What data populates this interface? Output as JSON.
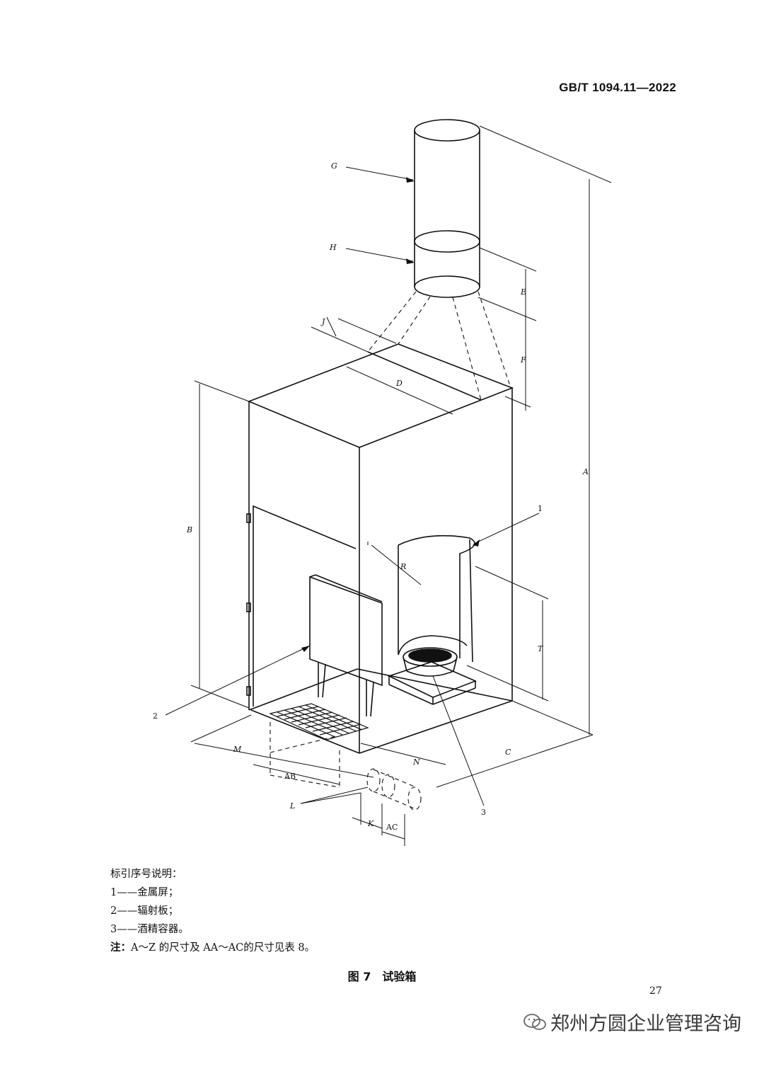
{
  "header": {
    "std_code": "GB/T 1094.11—2022"
  },
  "figure": {
    "labels": {
      "G": "G",
      "H": "H",
      "J": "J",
      "D": "D",
      "E": "E",
      "F": "F",
      "A": "A",
      "B": "B",
      "R": "R",
      "T": "T",
      "M": "M",
      "N": "N",
      "C": "C",
      "AB": "AB",
      "L": "L",
      "K": "K",
      "AC": "AC",
      "n1": "1",
      "n2": "2",
      "n3": "3"
    }
  },
  "legend": {
    "title": "标引序号说明：",
    "items": [
      "1——金属屏；",
      "2——辐射板；",
      "3——酒精容器。"
    ],
    "note_prefix": "注：",
    "note_text": "A～Z 的尺寸及 AA～AC的尺寸见表 8。"
  },
  "caption": {
    "number": "图 7",
    "title": "试验箱"
  },
  "page_number": "27",
  "watermark": {
    "text": "郑州方圆企业管理咨询",
    "icon": "wechat-icon"
  }
}
